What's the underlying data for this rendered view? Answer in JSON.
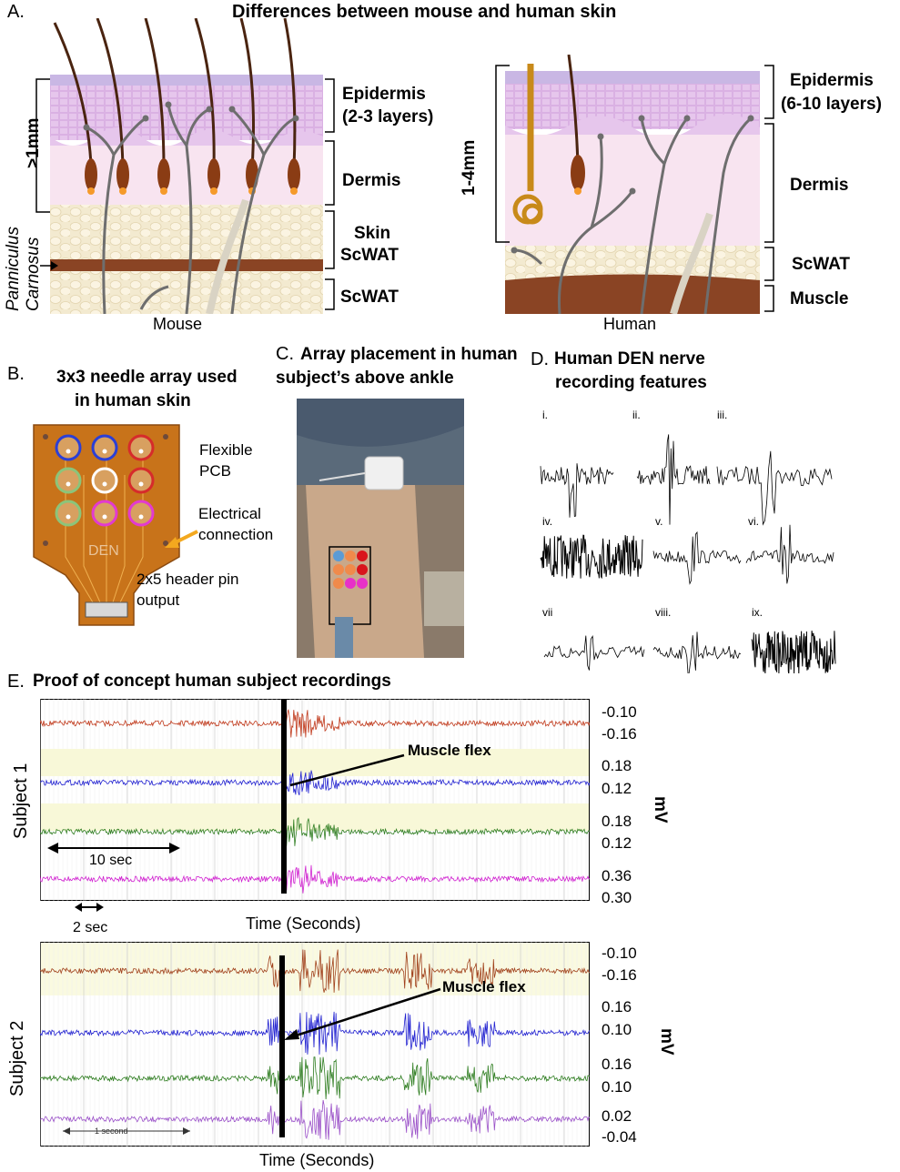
{
  "panelA": {
    "letter": "A.",
    "title": "Differences between mouse and human skin",
    "mouse": {
      "thickness": ">1mm",
      "epidermis_line1": "Epidermis",
      "epidermis_line2": "(2-3  layers)",
      "dermis": "Dermis",
      "skin_line1": "Skin",
      "skin_line2": "ScWAT",
      "scwat": "ScWAT",
      "panniculus_line1": "Panniculus",
      "panniculus_line2": "Carnosus",
      "caption": "Mouse"
    },
    "human": {
      "thickness": "1-4mm",
      "epidermis_line1": "Epidermis",
      "epidermis_line2": "(6-10 layers)",
      "dermis": "Dermis",
      "scwat": "ScWAT",
      "muscle": "Muscle",
      "caption": "Human"
    }
  },
  "panelB": {
    "letter": "B.",
    "title_line1": "3x3 needle array used",
    "title_line2": "in human skin",
    "pcb_text": "DEN",
    "flex_line1": "Flexible",
    "flex_line2": "PCB",
    "elec_line1": "Electrical",
    "elec_line2": "connection",
    "header_line1": "2x5 header pin",
    "header_line2": "output",
    "ring_colors": [
      "#2b3fd6",
      "#2b3fd6",
      "#d62b2b",
      "#8cc47a",
      "#ffffff",
      "#d62b2b",
      "#8cc47a",
      "#e23ad0",
      "#e23ad0"
    ]
  },
  "panelC": {
    "letter": "C.",
    "title_line1": "Array placement in human",
    "title_line2": "subject’s above ankle",
    "dot_colors": [
      "#5b9bd5",
      "#f08a4b",
      "#d9141c",
      "#f08a4b",
      "#f08a4b",
      "#d9141c",
      "#f08a4b",
      "#e830c8",
      "#e830c8"
    ]
  },
  "panelD": {
    "letter": "D.",
    "title_line1": "Human DEN nerve",
    "title_line2": "recording features",
    "labels": [
      "i.",
      "ii.",
      "iii.",
      "iv.",
      "v.",
      "vi.",
      "vii",
      "viii.",
      "ix."
    ]
  },
  "panelE": {
    "letter": "E.",
    "title": "Proof of concept human subject recordings",
    "subject1": {
      "label": "Subject 1",
      "flex": "Muscle flex",
      "scale_10": "10 sec",
      "scale_2": "2 sec",
      "xlabel": "Time (Seconds)",
      "unit": "mV",
      "ticks": [
        "-0.10",
        "-0.16",
        "0.18",
        "0.12",
        "0.18",
        "0.12",
        "0.36",
        "0.30"
      ],
      "trace_colors": [
        "#c0391b",
        "#2020d0",
        "#2e7d20",
        "#d020d0"
      ]
    },
    "subject2": {
      "label": "Subject 2",
      "flex": "Muscle flex",
      "scale_1": "1 second",
      "xlabel": "Time (Seconds)",
      "unit": "mV",
      "ticks": [
        "-0.10",
        "-0.16",
        "0.16",
        "0.10",
        "0.16",
        "0.10",
        "0.02",
        "-0.04"
      ],
      "trace_colors": [
        "#a0401b",
        "#2020d0",
        "#2e7d20",
        "#9a50c8"
      ]
    }
  }
}
